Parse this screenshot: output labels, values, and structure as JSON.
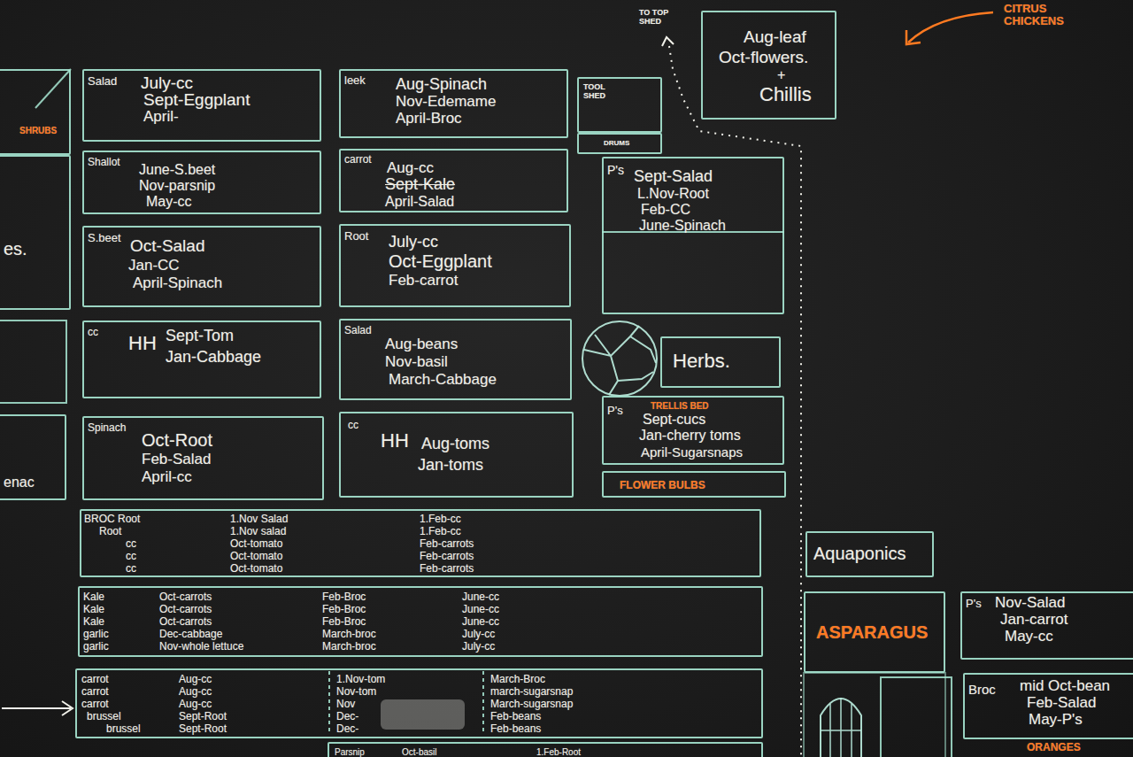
{
  "diagram": {
    "nodes": [
      {
        "text": [
          "SHRUBS"
        ]
      },
      {
        "text": [
          "Salad",
          "July-cc",
          "Sept-Eggplant",
          "April-"
        ]
      },
      {
        "text": [
          "leek",
          "Aug-Spinach",
          "Nov-Edemame",
          "April-Broc"
        ]
      },
      {
        "text": [
          "TOOL SHED"
        ]
      },
      {
        "text": [
          "DRUMS"
        ]
      },
      {
        "text": [
          "Aug-leaf",
          "Oct-flowers.",
          "+",
          "Chillis"
        ]
      },
      {
        "text": [
          "es."
        ]
      },
      {
        "text": [
          "Shallot",
          "June-S.beet",
          "Nov-parsnip",
          "May-cc"
        ]
      },
      {
        "text": [
          "carrot",
          "Aug-cc",
          "Sept-Kale",
          "April-Salad"
        ]
      },
      {
        "text": [
          "P's",
          "Sept-Salad",
          "L.Nov-Root",
          "Feb-CC",
          "June-Spinach"
        ]
      },
      {
        "text": [
          "S.beet",
          "Oct-Salad",
          "Jan-CC",
          "April-Spinach"
        ]
      },
      {
        "text": [
          "Root",
          "July-cc",
          "Oct-Eggplant",
          "Feb-carrot"
        ]
      },
      {
        "text": [
          "cc",
          "HH",
          "Sept-Tom",
          "Jan-Cabbage"
        ]
      },
      {
        "text": [
          "Salad",
          "Aug-beans",
          "Nov-basil",
          "March-Cabbage"
        ]
      },
      {
        "text": [
          "Herbs."
        ]
      },
      {
        "text": [
          "enac"
        ]
      },
      {
        "text": [
          "Spinach",
          "Oct-Root",
          "Feb-Salad",
          "April-cc"
        ]
      },
      {
        "text": [
          "cc",
          "HH",
          "Aug-toms",
          "Jan-toms"
        ]
      },
      {
        "text": [
          "P's",
          "TRELLIS BED",
          "Sept-cucs",
          "Jan-cherry toms",
          "April-Sugarsnaps"
        ]
      },
      {
        "text": [
          "FLOWER BULBS"
        ]
      },
      {
        "text": [
          "BROC Root",
          "Root",
          "cc",
          "cc",
          "cc",
          "1.Nov Salad",
          "1.Nov salad",
          "Oct-tomato",
          "Oct-tomato",
          "Oct-tomato",
          "1.Feb-cc",
          "1.Feb-cc",
          "Feb-carrots",
          "Feb-carrots",
          "Feb-carrots"
        ]
      },
      {
        "text": [
          "Aquaponics"
        ]
      },
      {
        "text": [
          "Kale",
          "Kale",
          "Kale",
          "garlic",
          "garlic",
          "Oct-carrots",
          "Oct-carrots",
          "Oct-carrots",
          "Dec-cabbage",
          "Nov-whole lettuce",
          "Feb-Broc",
          "Feb-Broc",
          "Feb-Broc",
          "March-broc",
          "March-broc",
          "June-cc",
          "June-cc",
          "June-cc",
          "July-cc",
          "July-cc"
        ]
      },
      {
        "text": [
          "ASPARAGUS"
        ]
      },
      {
        "text": [
          "P's",
          "Nov-Salad",
          "Jan-carrot",
          "May-cc"
        ]
      },
      {
        "text": [
          "carrot",
          "carrot",
          "carrot",
          "brussel",
          "brussel",
          "Aug-cc",
          "Aug-cc",
          "Aug-cc",
          "Sept-Root",
          "Sept-Root",
          "1.Nov-tom",
          "Nov-tom",
          "Nov",
          "Dec-",
          "Dec-",
          "March-Broc",
          "march-sugarsnap",
          "March-sugarsnap",
          "Feb-beans",
          "Feb-beans"
        ]
      },
      {
        "text": [
          "Broc",
          "mid Oct-bean",
          "Feb-Salad",
          "May-P's"
        ]
      },
      {
        "text": [
          "Parsnip",
          "Oct-basil",
          "1.Feb-Root"
        ]
      }
    ],
    "labels": [
      "CITRUS CHICKENS",
      "TO TOP SHED",
      "ORANGES"
    ]
  }
}
